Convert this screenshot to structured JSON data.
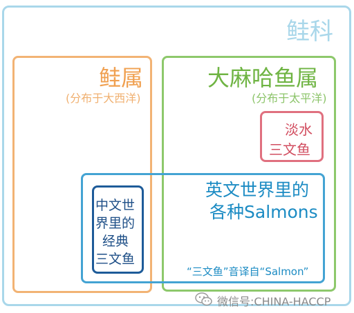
{
  "family": {
    "label": "鲑科"
  },
  "salmo": {
    "label": "鲑属",
    "sublabel": "(分布于大西洋)"
  },
  "oncorhynchus": {
    "label": "大麻哈鱼属",
    "sublabel": "(分布于太平洋)"
  },
  "freshwater": {
    "line1": "淡水",
    "line2": "三文鱼"
  },
  "english_salmons": {
    "line1": "英文世界里的",
    "line2": "各种Salmons",
    "note": "“三文鱼”音译自“Salmon”"
  },
  "classic": {
    "lines": [
      "中文世",
      "界里的",
      "经典",
      "三文鱼"
    ]
  },
  "watermark": {
    "text": "微信号:CHINA-HACCP",
    "icon": "wechat-icon"
  },
  "colors": {
    "family": "#a9d7ea",
    "salmo": "#f2b374",
    "oncorhynchus": "#8dc86b",
    "freshwater": "#e0707f",
    "english": "#43a3d3",
    "classic": "#1e5b99"
  }
}
